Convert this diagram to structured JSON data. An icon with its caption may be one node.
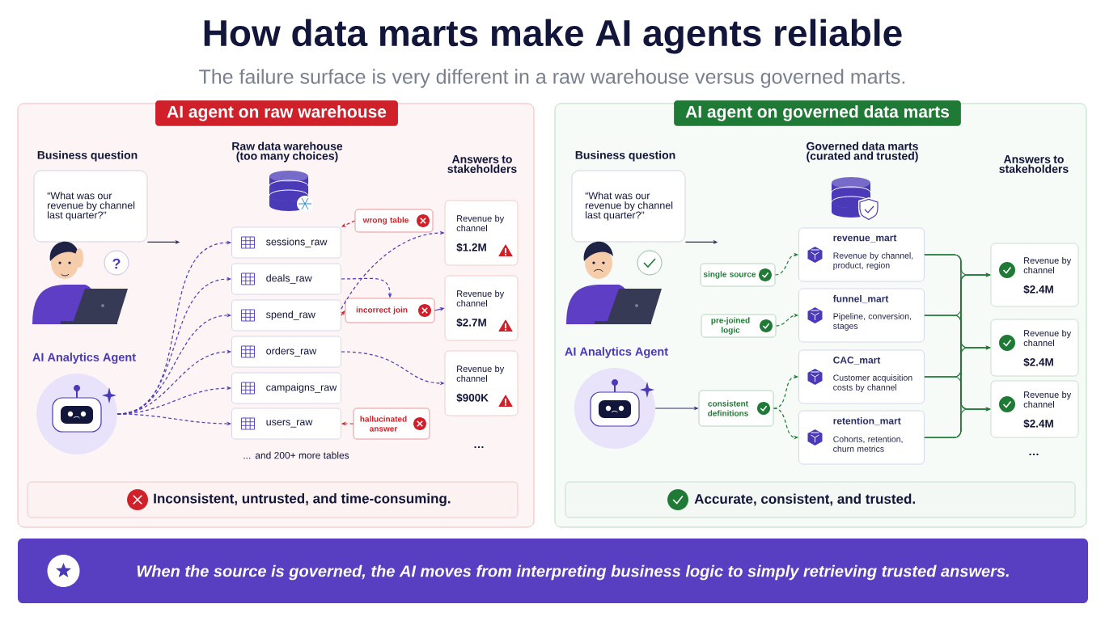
{
  "diagram": {
    "title": "How data marts make AI agents reliable",
    "nodes": [
      {
        "text": [
          "AI agent on raw warehouse"
        ]
      },
      {
        "text": [
          "“What was our revenue by channel last quarter?”"
        ],
        "beside": [
          "Business question"
        ],
        "in": 0
      },
      {
        "text": [],
        "shape": "picture",
        "in": 0
      },
      {
        "text": [
          "AI Analytics Agent"
        ],
        "in": 0
      },
      {
        "text": [
          "sessions_raw"
        ],
        "in": 0
      },
      {
        "text": [
          "deals_raw"
        ],
        "in": 0
      },
      {
        "text": [
          "spend_raw"
        ],
        "in": 0
      },
      {
        "text": [
          "orders_raw"
        ],
        "in": 0
      },
      {
        "text": [
          "campaigns_raw"
        ],
        "in": 0
      },
      {
        "text": [
          "users_raw"
        ],
        "in": 0
      },
      {
        "text": [
          "wrong table"
        ],
        "in": 0
      },
      {
        "text": [
          "incorrect join"
        ],
        "in": 0
      },
      {
        "text": [
          "hallucinated answer"
        ],
        "in": 0
      },
      {
        "text": [
          "Revenue by channel",
          "$1.2M"
        ],
        "in": 0
      },
      {
        "text": [
          "Revenue by channel",
          "$2.7M"
        ],
        "in": 0
      },
      {
        "text": [
          "Revenue by channel",
          "$900K"
        ],
        "in": 0
      },
      {
        "text": [
          "Inconsistent, untrusted, and time-consuming."
        ],
        "in": 0
      },
      {
        "text": [
          "AI agent on governed data marts"
        ]
      },
      {
        "text": [
          "“What was our revenue by channel last quarter?”"
        ],
        "beside": [
          "Business question"
        ],
        "in": 17
      },
      {
        "text": [],
        "shape": "picture",
        "in": 17
      },
      {
        "text": [
          "AI Analytics Agent"
        ],
        "in": 17
      },
      {
        "text": [
          "single source"
        ],
        "in": 17
      },
      {
        "text": [
          "pre-joined logic"
        ],
        "in": 17
      },
      {
        "text": [
          "consistent definitions"
        ],
        "in": 17
      },
      {
        "text": [
          "revenue_mart",
          "Revenue by channel, product, region"
        ],
        "in": 17
      },
      {
        "text": [
          "funnel_mart",
          "Pipeline, conversion, stages"
        ],
        "in": 17
      },
      {
        "text": [
          "CAC_mart",
          "Customer acquisition costs by channel"
        ],
        "in": 17
      },
      {
        "text": [
          "retention_mart",
          "Cohorts, retention, churn metrics"
        ],
        "in": 17
      },
      {
        "text": [
          "Revenue by channel",
          "$2.4M"
        ],
        "in": 17
      },
      {
        "text": [
          "Revenue by channel",
          "$2.4M"
        ],
        "in": 17
      },
      {
        "text": [
          "Revenue by channel",
          "$2.4M"
        ],
        "in": 17
      },
      {
        "text": [
          "Accurate, consistent, and trusted."
        ],
        "in": 17
      },
      {
        "text": [
          "When the source is governed, the AI moves from interpreting business logic to simply retrieving trusted answers."
        ]
      }
    ],
    "edges": [
      {
        "from": 1,
        "to": null,
        "arrow": "to",
        "color": "#2a2f66"
      },
      {
        "from": 3,
        "to": 4,
        "arrow": "to",
        "style": "dashed",
        "color": "#4a3ab8"
      },
      {
        "from": 3,
        "to": 5,
        "arrow": "to",
        "style": "dashed",
        "color": "#4a3ab8"
      },
      {
        "from": 3,
        "to": 6,
        "arrow": "to",
        "style": "dashed",
        "color": "#4a3ab8"
      },
      {
        "from": 3,
        "to": 7,
        "arrow": "to",
        "style": "dashed",
        "color": "#4a3ab8"
      },
      {
        "from": 3,
        "to": 8,
        "arrow": "to",
        "style": "dashed",
        "color": "#4a3ab8"
      },
      {
        "from": 3,
        "to": 9,
        "arrow": "to",
        "style": "dashed",
        "color": "#4a3ab8"
      },
      {
        "from": 10,
        "to": 4,
        "arrow": "to",
        "style": "dashed",
        "color": "#d0202a"
      },
      {
        "from": 6,
        "to": 11,
        "arrow": "to",
        "style": "dashed",
        "color": "#d0202a"
      },
      {
        "from": 12,
        "to": 9,
        "arrow": "to",
        "style": "dashed",
        "color": "#d0202a"
      },
      {
        "from": 5,
        "to": 11,
        "arrow": "to",
        "style": "dashed",
        "color": "#4a3ab8"
      },
      {
        "from": 11,
        "to": 14,
        "arrow": "to",
        "color": "#4a3ab8"
      },
      {
        "from": 6,
        "to": 13,
        "arrow": "to",
        "style": "dashed",
        "color": "#4a3ab8"
      },
      {
        "from": 7,
        "to": 15,
        "arrow": "to",
        "style": "dashed",
        "color": "#4a3ab8"
      },
      {
        "from": 18,
        "to": null,
        "arrow": "to",
        "color": "#2a2f66"
      },
      {
        "from": 20,
        "to": 23,
        "arrow": "to",
        "color": "#2a2f66"
      },
      {
        "from": 21,
        "to": 24,
        "arrow": "to",
        "style": "dashed"
      },
      {
        "from": 22,
        "to": 25,
        "arrow": "to",
        "style": "dashed"
      },
      {
        "from": 23,
        "to": 26,
        "arrow": "to",
        "style": "dashed"
      },
      {
        "from": 23,
        "to": 27,
        "arrow": "to",
        "style": "dashed"
      },
      {
        "from": 24,
        "to": 28,
        "arrow": "to"
      },
      {
        "from": 24,
        "to": 29,
        "arrow": "to"
      },
      {
        "from": 24,
        "to": 30,
        "arrow": "to"
      },
      {
        "from": 25,
        "to": 28,
        "arrow": "to"
      },
      {
        "from": 25,
        "to": 29,
        "arrow": "to"
      },
      {
        "from": 25,
        "to": 30,
        "arrow": "to"
      },
      {
        "from": 26,
        "to": 28,
        "arrow": "to"
      },
      {
        "from": 26,
        "to": 29,
        "arrow": "to"
      },
      {
        "from": 26,
        "to": 30,
        "arrow": "to"
      },
      {
        "from": 27,
        "to": 28,
        "arrow": "to"
      },
      {
        "from": 27,
        "to": 29,
        "arrow": "to"
      },
      {
        "from": 27,
        "to": 30,
        "arrow": "to"
      }
    ],
    "labels": [
      "The failure surface is very different in a raw warehouse versus governed marts.",
      "?",
      "Raw data warehouse (too many choices)",
      "Answers to stakeholders",
      "... and 200+ more tables",
      "…",
      "Governed data marts (curated and trusted)",
      "Answers to stakeholders",
      "…"
    ]
  }
}
